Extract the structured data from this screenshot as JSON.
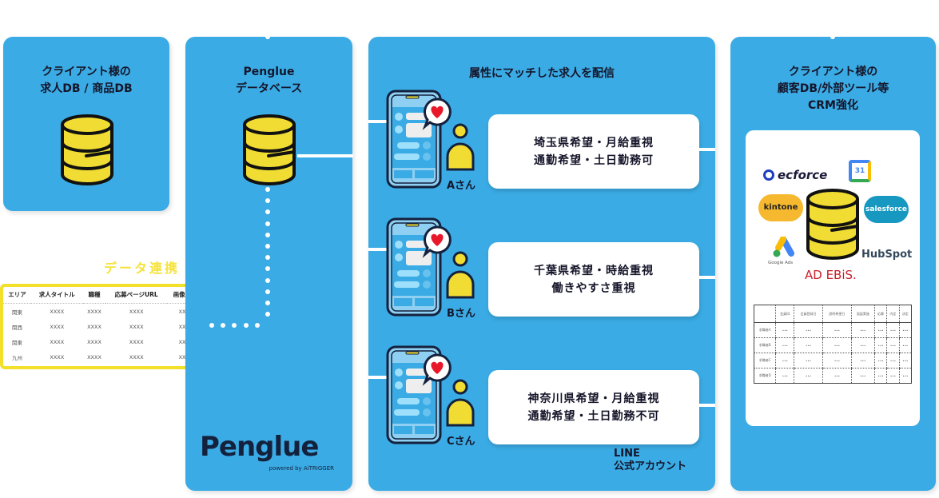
{
  "panels": {
    "client_db": {
      "title": "クライアント様の\n求人DB / 商品DB"
    },
    "penglue_db": {
      "title": "Penglue\nデータベース"
    },
    "delivery": {
      "title": "属性にマッチした求人を配信"
    },
    "crm": {
      "title": "クライアント様の\n顧客DB/外部ツール等\nCRM強化"
    }
  },
  "data_link": {
    "label": "データ連携",
    "headers": [
      "エリア",
      "求人タイトル",
      "職種",
      "応募ページURL",
      "画像URL"
    ],
    "rows": [
      [
        "関東",
        "XXXX",
        "XXXX",
        "XXXX",
        "XXXX"
      ],
      [
        "関西",
        "XXXX",
        "XXXX",
        "XXXX",
        "XXXX"
      ],
      [
        "関東",
        "XXXX",
        "XXXX",
        "XXXX",
        "XXXX"
      ],
      [
        "九州",
        "XXXX",
        "XXXX",
        "XXXX",
        "XXXX"
      ]
    ]
  },
  "users": [
    {
      "name": "Aさん",
      "message": "埼玉県希望・月給重視\n通勤希望・土日勤務可"
    },
    {
      "name": "Bさん",
      "message": "千葉県希望・時給重視\n働きやすさ重視"
    },
    {
      "name": "Cさん",
      "message": "神奈川県希望・月給重視\n通勤希望・土日勤務不可"
    }
  ],
  "line_brand": "LINE\n公式アカウント",
  "penglue_logo": {
    "name": "Penglue",
    "tagline": "powered by AiTRIGGER"
  },
  "crm_tools": {
    "ecforce": "ecforce",
    "calendar": "31",
    "kintone": "kintone",
    "salesforce": "salesforce",
    "google_ads": "Google Ads",
    "hubspot": "HubSpot",
    "adebis": "AD EBiS."
  },
  "crm_table": {
    "headers": [
      "",
      "会員ID",
      "会員登録日",
      "説明希望日",
      "面談実施",
      "応募",
      "内定",
      "決定"
    ],
    "rows": [
      [
        "求職者A",
        "•••",
        "•••",
        "•••",
        "•••",
        "•••",
        "•••",
        "•••"
      ],
      [
        "求職者B",
        "•••",
        "•••",
        "•••",
        "•••",
        "•••",
        "•••",
        "•••"
      ],
      [
        "求職者C",
        "•••",
        "•••",
        "•••",
        "•••",
        "•••",
        "•••",
        "•••"
      ],
      [
        "求職者D",
        "•••",
        "•••",
        "•••",
        "•••",
        "•••",
        "•••",
        "•••"
      ]
    ]
  },
  "colors": {
    "panel_blue": "#3aabe4",
    "db_yellow": "#f0dc32",
    "highlight_yellow": "#f3e02a",
    "heart_red": "#e8182a"
  }
}
